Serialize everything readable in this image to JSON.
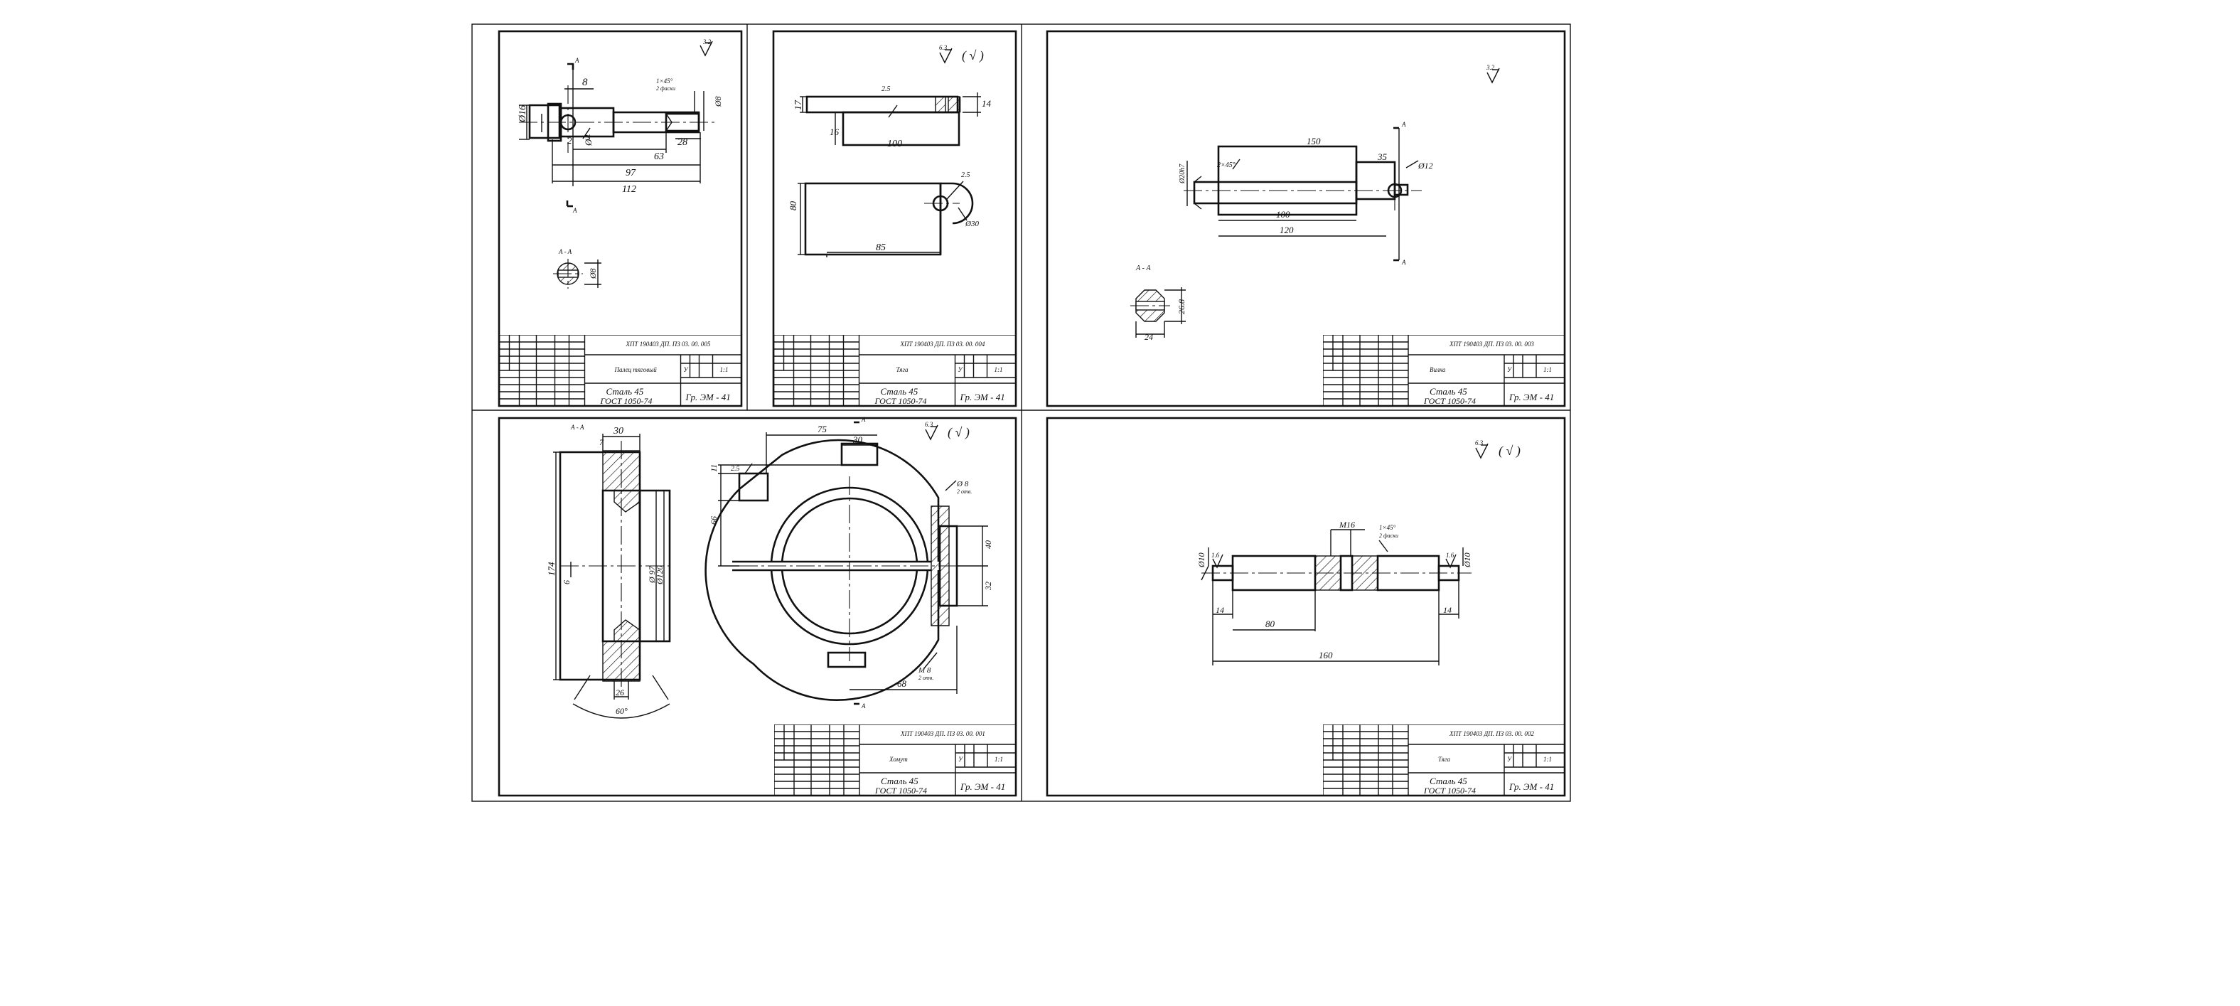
{
  "drawings": {
    "pin": {
      "roughness_label": "3.2",
      "section_label": "A - A",
      "cut_mark": "A",
      "dims": {
        "d16": "Ø16",
        "w8": "8",
        "h2": "2",
        "d4": "Ø4",
        "l28": "28",
        "l63": "63",
        "l97": "97",
        "l112": "112",
        "chamfer": "1×45°",
        "chamfer_sub": "2 фаски",
        "end_d": "Ø8",
        "sec_d": "Ø8"
      },
      "title_block": {
        "code": "ХПТ 190403 ДП. ПЗ 03. 00. 005",
        "name": "Палец тяговый",
        "material": "Сталь 45",
        "standard": "ГОСТ 1050-74",
        "group": "Гр. ЭМ - 41",
        "letter": "У",
        "scale": "1:1"
      }
    },
    "lever": {
      "roughness_label": "6.3",
      "roughness_paren": "( √ )",
      "dims": {
        "h17": "17",
        "h16": "16",
        "l100": "100",
        "l14": "14",
        "h80": "80",
        "l85": "85",
        "d30": "Ø30",
        "r25": "2.5"
      },
      "title_block": {
        "code": "ХПТ 190403 ДП. ПЗ 03. 00. 004",
        "name": "Тяга",
        "material": "Сталь 45",
        "standard": "ГОСТ 1050-74",
        "group": "Гр. ЭМ - 41",
        "letter": "У",
        "scale": "1:1"
      }
    },
    "shaft": {
      "roughness_label": "3.2",
      "section_label": "А - А",
      "cut_mark": "А",
      "dims": {
        "l150": "150",
        "l35": "35",
        "d12": "Ø12",
        "l100": "100",
        "l120": "120",
        "chamfer": "2×45°",
        "d20": "Ø20h7",
        "sec_h": "26.8",
        "sec_w": "24"
      },
      "title_block": {
        "code": "ХПТ 190403 ДП. ПЗ 03. 00. 003",
        "name": "Вилка",
        "material": "Сталь 45",
        "standard": "ГОСТ 1050-74",
        "group": "Гр. ЭМ - 41",
        "letter": "У",
        "scale": "1:1"
      }
    },
    "clamp": {
      "roughness_label": "6.3",
      "roughness_paren": "( √ )",
      "section_label": "А - А",
      "cut_mark": "А",
      "dims": {
        "w30": "30",
        "w7": "7",
        "h174": "174",
        "h6": "6",
        "d97": "Ø 97",
        "d120": "Ø120",
        "w26": "26",
        "ang60": "60°",
        "l75": "75",
        "l30": "30",
        "h11": "11",
        "r25": "2.5",
        "h66": "66",
        "d8": "Ø 8",
        "d8_sub": "2 отв.",
        "h40": "40",
        "h32": "32",
        "m8": "М 8",
        "m8_sub": "2 отв.",
        "l68": "68"
      },
      "title_block": {
        "code": "ХПТ 190403 ДП. ПЗ 03. 00. 001",
        "name": "Хомут",
        "material": "Сталь 45",
        "standard": "ГОСТ 1050-74",
        "group": "Гр. ЭМ - 41",
        "letter": "У",
        "scale": "1:1"
      }
    },
    "nut": {
      "roughness_label": "6.3",
      "roughness_paren": "( √ )",
      "dims": {
        "d10": "Ø10",
        "r16": "1.6",
        "m16": "М16",
        "chamfer": "1×45°",
        "chamfer_sub": "2 фаски",
        "r16b": "1.6",
        "d10b": "Ø10",
        "l14a": "14",
        "l80": "80",
        "l14b": "14",
        "l160": "160"
      },
      "title_block": {
        "code": "ХПТ 190403 ДП. ПЗ 03. 00. 002",
        "name": "Тяга",
        "material": "Сталь 45",
        "standard": "ГОСТ 1050-74",
        "group": "Гр. ЭМ - 41",
        "letter": "У",
        "scale": "1:1"
      }
    }
  }
}
